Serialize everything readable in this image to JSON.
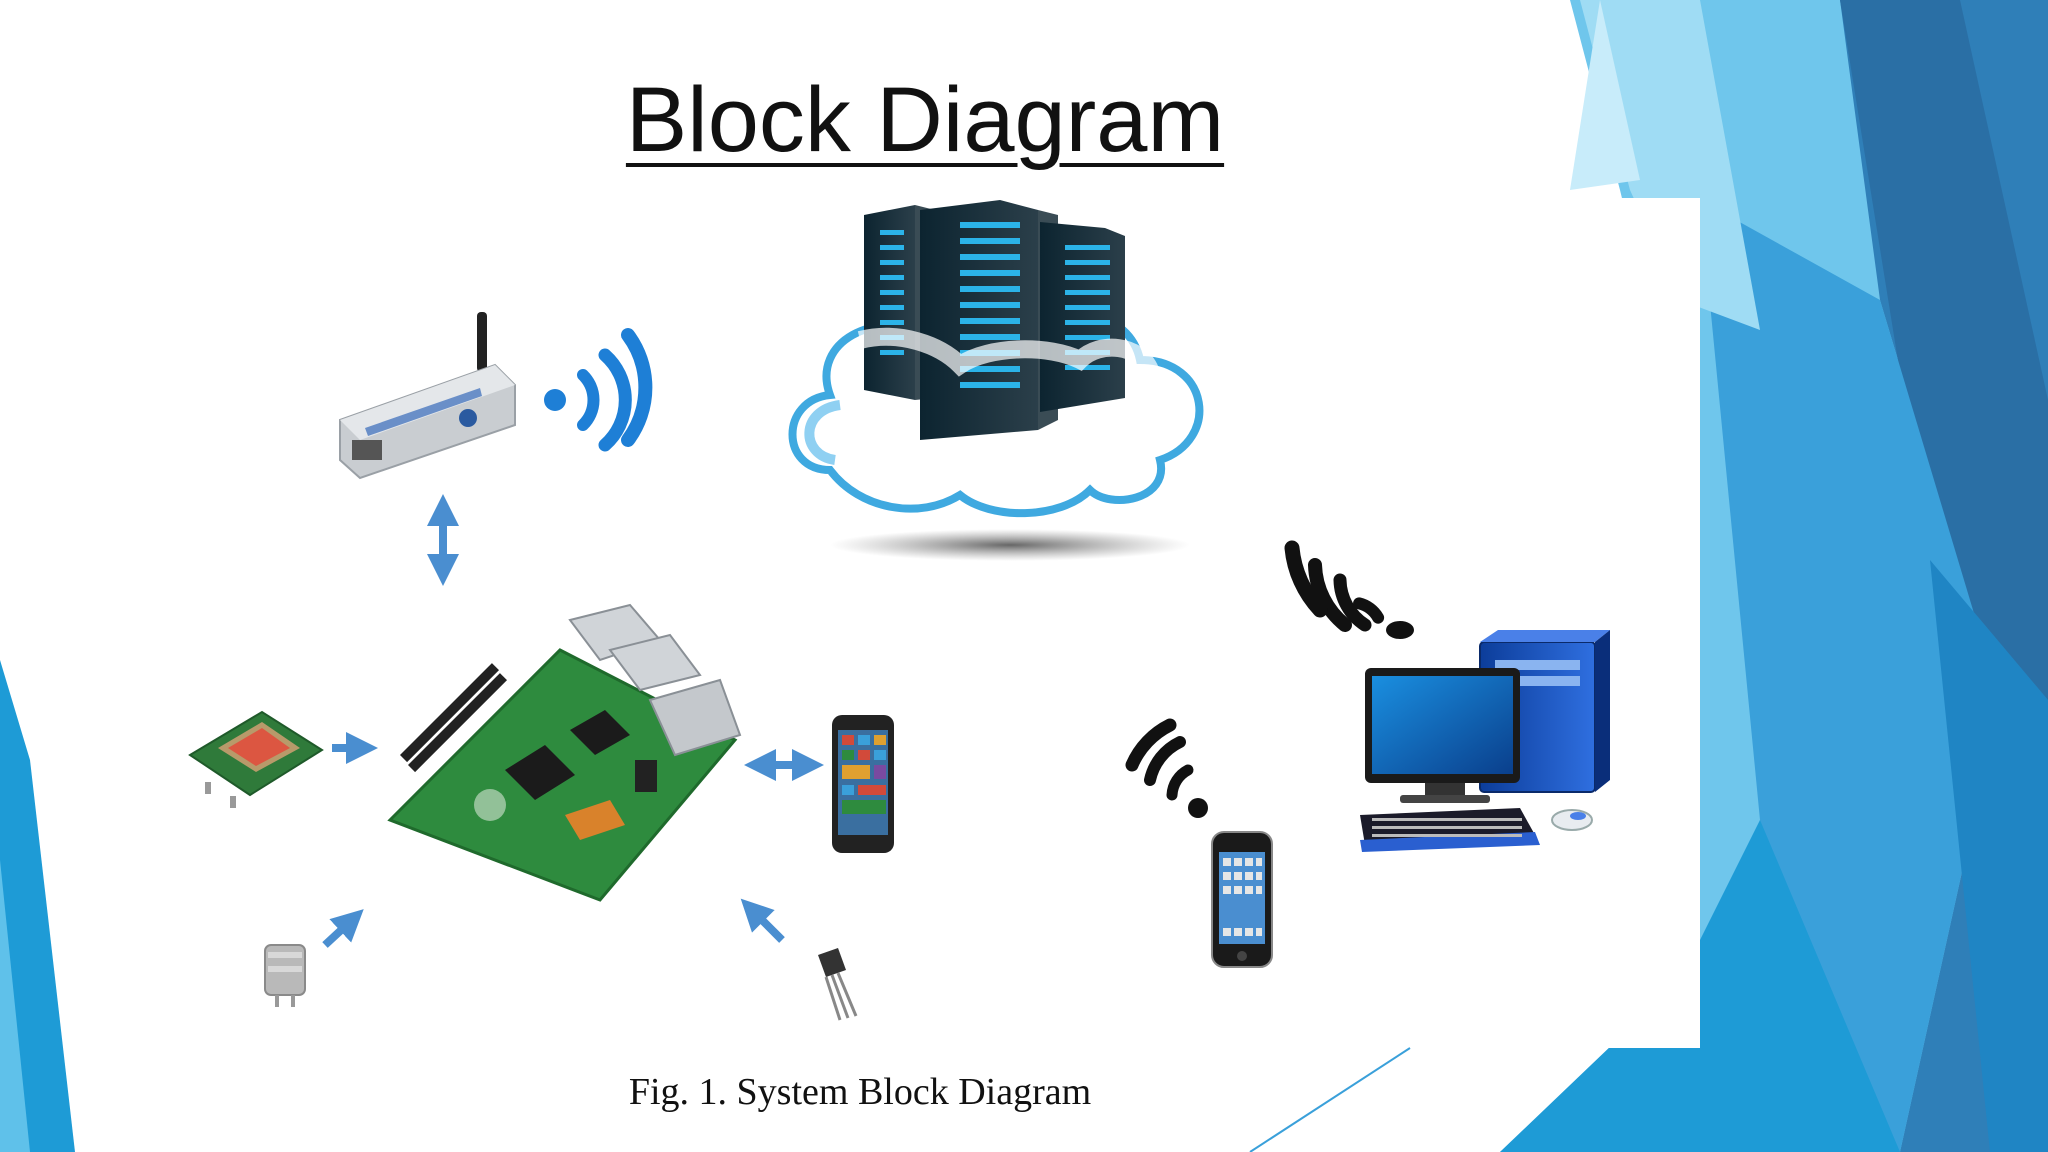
{
  "slide": {
    "title": "Block Diagram",
    "caption": "Fig. 1. System Block Diagram"
  },
  "colors": {
    "accent_blue": "#2ea3df",
    "dark_blue": "#1f6fa8",
    "arrow_blue": "#4a8ed0",
    "board_green": "#2e8b3e",
    "wifi_blue": "#1e7fd6",
    "wifi_black": "#111111"
  },
  "diagram": {
    "nodes": [
      {
        "id": "cloud-servers",
        "icon": "cloud-server-icon"
      },
      {
        "id": "gsm-modem",
        "icon": "gsm-modem-icon"
      },
      {
        "id": "raspberry-pi",
        "icon": "raspberry-pi-board-icon"
      },
      {
        "id": "gps-module",
        "icon": "gps-module-icon"
      },
      {
        "id": "gas-sensor",
        "icon": "gas-sensor-icon"
      },
      {
        "id": "temperature-sensor",
        "icon": "temperature-sensor-icon"
      },
      {
        "id": "windows-phone",
        "icon": "smartphone-icon"
      },
      {
        "id": "iphone",
        "icon": "iphone-icon"
      },
      {
        "id": "desktop-computer",
        "icon": "desktop-computer-icon"
      }
    ],
    "connections": [
      {
        "from": "gsm-modem",
        "to": "raspberry-pi",
        "direction": "bidirectional"
      },
      {
        "from": "gps-module",
        "to": "raspberry-pi",
        "direction": "one-way"
      },
      {
        "from": "gas-sensor",
        "to": "raspberry-pi",
        "direction": "one-way"
      },
      {
        "from": "temperature-sensor",
        "to": "raspberry-pi",
        "direction": "one-way"
      },
      {
        "from": "windows-phone",
        "to": "raspberry-pi",
        "direction": "bidirectional"
      }
    ]
  }
}
